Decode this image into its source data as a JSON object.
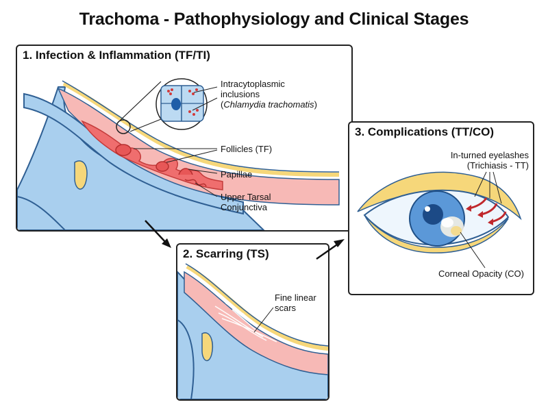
{
  "title": "Trachoma - Pathophysiology and Clinical Stages",
  "stage1": {
    "title": "1. Infection & Inflammation (TF/TI)",
    "inclusions_label_1": "Intracytoplasmic",
    "inclusions_label_2": "inclusions",
    "inclusions_label_3_open": "(",
    "inclusions_label_3_italic": "Chlamydia trachomatis",
    "inclusions_label_3_close": ")",
    "follicles_label": "Follicles (TF)",
    "papillae_label": "Papillae",
    "conjunctiva_label_1": "Upper Tarsal",
    "conjunctiva_label_2": "Conjunctiva"
  },
  "stage2": {
    "title": "2. Scarring (TS)",
    "scars_label_1": "Fine linear",
    "scars_label_2": "scars"
  },
  "stage3": {
    "title": "3. Complications (TT/CO)",
    "trichiasis_label_1": "In-turned eyelashes",
    "trichiasis_label_2": "(Trichiasis - TT)",
    "opacity_label": "Corneal Opacity (CO)"
  },
  "colors": {
    "tissue_blue": "#a9cfee",
    "outline_blue": "#2f5f93",
    "inflamed_red": "#ef8080",
    "pink": "#f7b9b6",
    "yellow": "#f6d77a",
    "arrow_red": "#c0282c"
  }
}
